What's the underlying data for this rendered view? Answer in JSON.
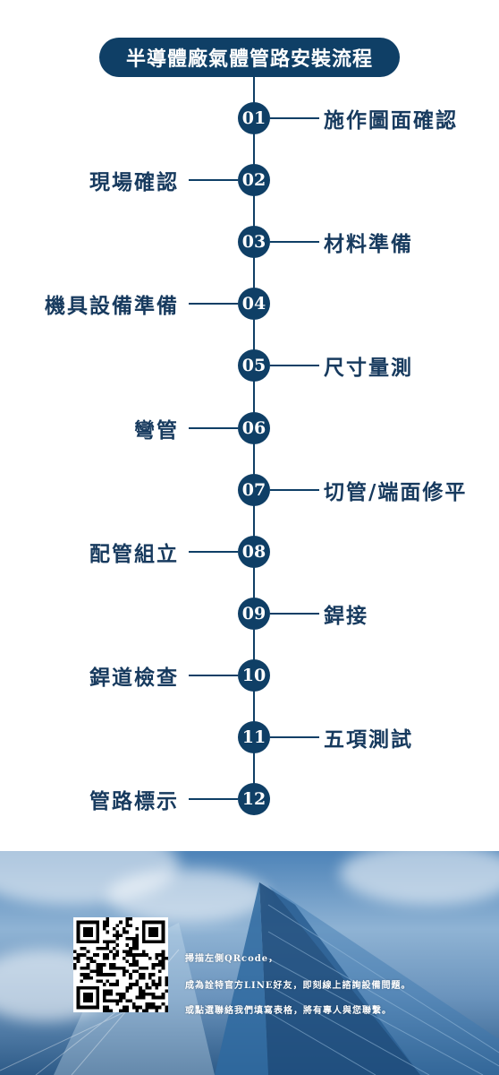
{
  "title": "半導體廠氣體管路安裝流程",
  "steps": [
    {
      "num": "01",
      "label": "施作圖面確認",
      "side": "right"
    },
    {
      "num": "02",
      "label": "現場確認",
      "side": "left"
    },
    {
      "num": "03",
      "label": "材料準備",
      "side": "right"
    },
    {
      "num": "04",
      "label": "機具設備準備",
      "side": "left"
    },
    {
      "num": "05",
      "label": "尺寸量測",
      "side": "right"
    },
    {
      "num": "06",
      "label": "彎管",
      "side": "left"
    },
    {
      "num": "07",
      "label": "切管/端面修平",
      "side": "right"
    },
    {
      "num": "08",
      "label": "配管組立",
      "side": "left"
    },
    {
      "num": "09",
      "label": "銲接",
      "side": "right"
    },
    {
      "num": "10",
      "label": "銲道檢查",
      "side": "left"
    },
    {
      "num": "11",
      "label": "五項測試",
      "side": "right"
    },
    {
      "num": "12",
      "label": "管路標示",
      "side": "left"
    }
  ],
  "footer": {
    "lines": [
      "掃描左側QRcode，",
      "成為詮特官方LINE好友，即刻線上諮詢設備問題。",
      "或點選聯絡我們填寫表格，將有專人與您聯繫。"
    ]
  },
  "colors": {
    "primary": "#0f3f66",
    "label": "#173a5e"
  },
  "icons": {
    "qr": "qr-code-icon"
  }
}
